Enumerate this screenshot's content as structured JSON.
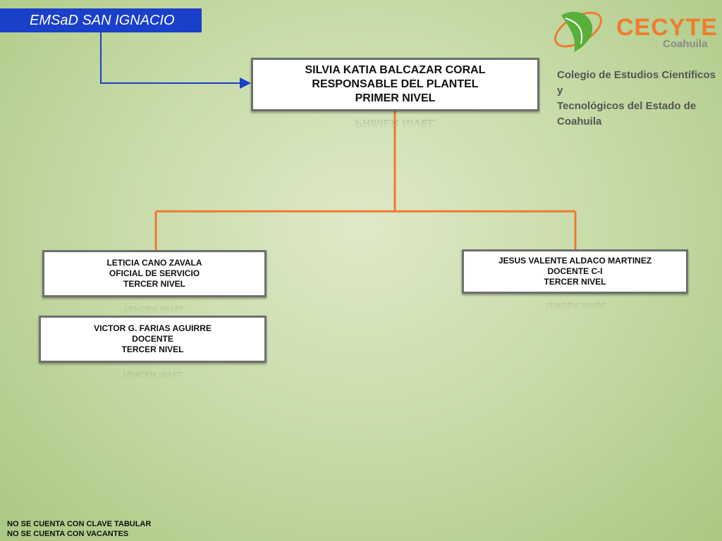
{
  "header": {
    "title": "EMSaD SAN IGNACIO"
  },
  "logo": {
    "name": "CECYTE",
    "region": "Coahuila",
    "college_line1": "Colegio de Estudios Científicos y",
    "college_line2": "Tecnológicos del Estado de Coahuila"
  },
  "nodes": {
    "root": {
      "name": "SILVIA KATIA BALCAZAR CORAL",
      "role": "RESPONSABLE DEL PLANTEL",
      "level": "PRIMER NIVEL"
    },
    "left": {
      "name": "LETICIA CANO ZAVALA",
      "role": "OFICIAL DE SERVICIO",
      "level": "TERCER NIVEL"
    },
    "right": {
      "name": "JESUS VALENTE ALDACO MARTINEZ",
      "role": "DOCENTE C-I",
      "level": "TERCER NIVEL"
    },
    "left_sub": {
      "name": "VICTOR G. FARIAS AGUIRRE",
      "role": "DOCENTE",
      "level": "TERCER NIVEL"
    }
  },
  "colors": {
    "title_bg": "#1a3fc8",
    "connector": "#ee7a2e",
    "link": "#1a3fc8",
    "logo_green": "#58b03a",
    "logo_orange": "#ef7d2d"
  },
  "footer": {
    "line1": "NO SE CUENTA CON CLAVE TABULAR",
    "line2": "NO SE CUENTA CON VACANTES"
  }
}
